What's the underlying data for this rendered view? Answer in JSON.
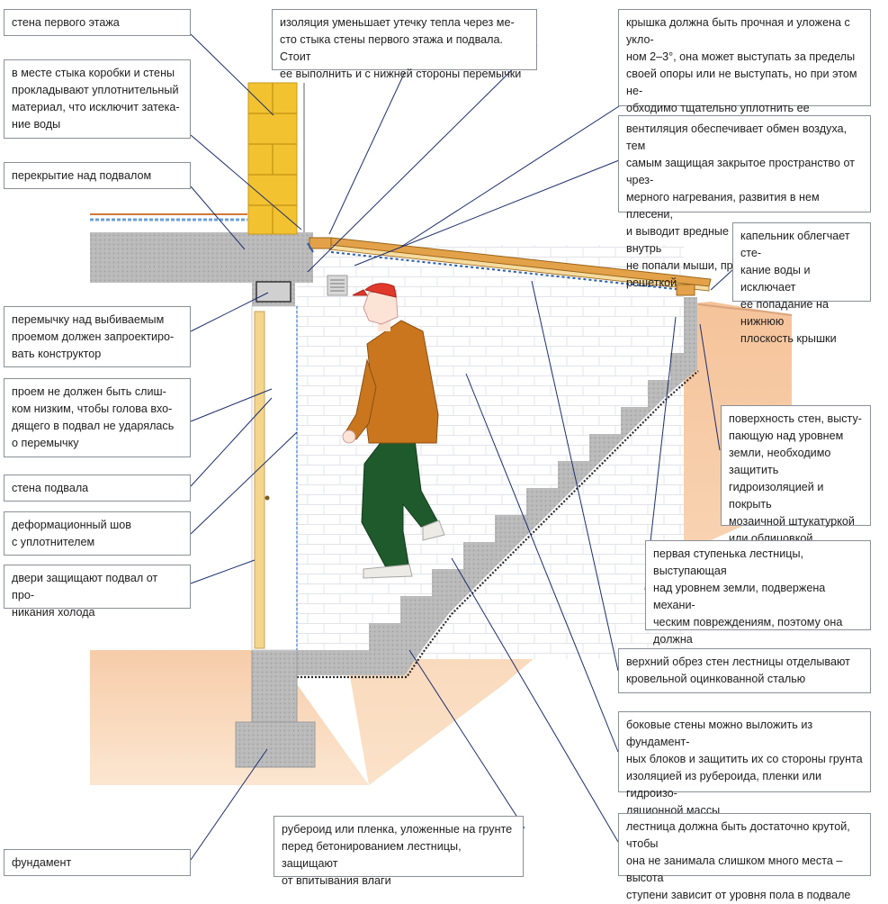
{
  "labels": {
    "first_floor_wall": "стена первого этажа",
    "sealing_material": "в месте стыка коробки и стены\nпрокладывают уплотнительный\nматериал, что исключит затека-\nние воды",
    "basement_ceiling": "перекрытие над подвалом",
    "lintel_design": "перемычку над выбиваемым\nпроемом должен запроектиро-\nвать конструктор",
    "opening_height": "проем не должен быть слиш-\nком низким, чтобы голова вхо-\nдящего в подвал не ударялась\nо перемычку",
    "basement_wall": "стена подвала",
    "expansion_joint": "деформационный шов\nс уплотнителем",
    "doors_protect": "двери защищают подвал от про-\nникания холода",
    "foundation": "фундамент",
    "insulation": "изоляция уменьшает утечку тепла через ме-\nсто стыка стены первого этажа и подвала. Стоит\nее выполнить и с нижней стороны перемычки",
    "roofing_felt": "рубероид или пленка, уложенные на грунте\nперед бетонированием лестницы, защищают\nот впитывания влаги",
    "lid": "крышка должна быть прочная и уложена с укло-\nном 2–3°, она может выступать за пределы\nсвоей опоры или не выступать, но при этом не-\nобходимо тщательно уплотнить ее примыкание\nк стенам лестницы",
    "ventilation": "вентиляция обеспечивает обмен воздуха, тем\nсамым защищая закрытое пространство от чрез-\nмерного нагревания, развития в нем плесени,\nи выводит вредные испарения. Чтобы внутрь\nне попали мыши, продух закрывают решеткой",
    "drip": "капельник облегчает сте-\nкание воды и исключает\nее попадание на нижнюю\nплоскость крышки",
    "wall_surface": "поверхность стен, высту-\nпающую над уровнем земли, необходимо защитить\nгидроизоляцией и покрыть\nмозаичной штукатуркой\nили облицовкой",
    "first_step": "первая ступенька лестницы, выступающая\nнад уровнем земли, подвержена механи-\nческим повреждениям, поэтому она должна\nбыть прочной",
    "top_edge": "верхний обрез стен лестницы отделывают\nкровельной оцинкованной сталью",
    "side_walls": "боковые стены можно выложить из фундамент-\nных блоков и защитить их со стороны грунта\nизоляцией из рубероида, пленки или гидроизо-\nляционной массы",
    "stair_steep": "лестница должна быть достаточно крутой, чтобы\nона не занимала слишком много места – высота\nступени зависит от уровня пола в подвале"
  },
  "colors": {
    "brick": "#f2c230",
    "soil": "#f7c9a0",
    "concrete": "#b9b9b9",
    "wood": "#e3a24a",
    "jacket": "#c9761e",
    "trousers": "#1f5a2c",
    "cap": "#e0392b",
    "leader": "#1c2e6e",
    "box_border": "#8a8f96"
  }
}
